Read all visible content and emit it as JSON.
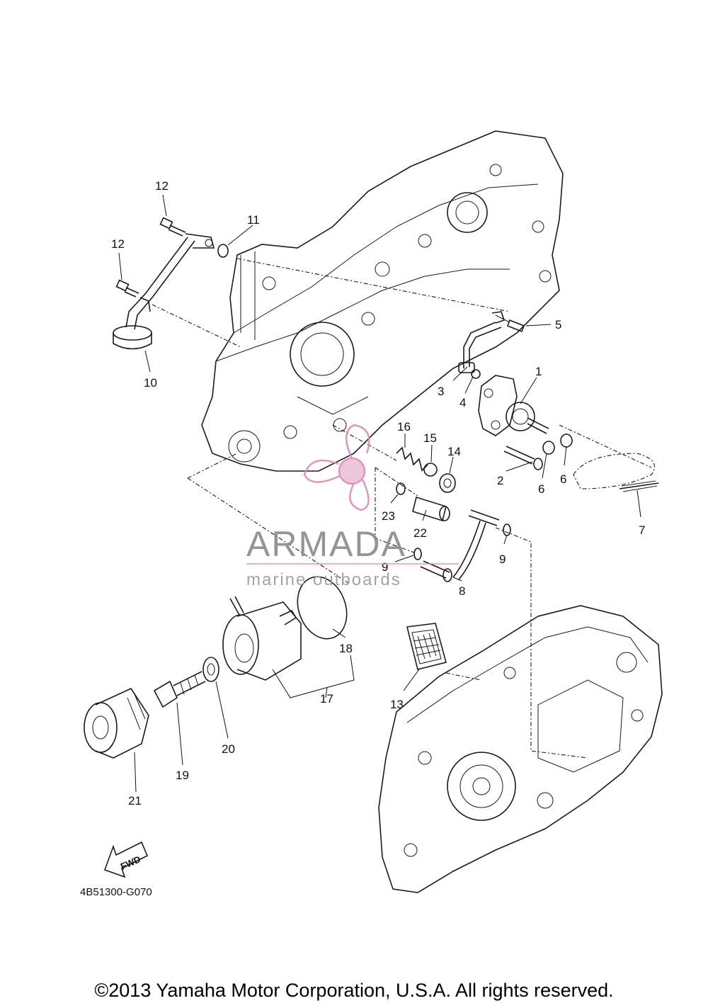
{
  "callouts": {
    "c1": "1",
    "c2": "2",
    "c3": "3",
    "c4": "4",
    "c5": "5",
    "c6a": "6",
    "c6b": "6",
    "c7": "7",
    "c8": "8",
    "c9a": "9",
    "c9b": "9",
    "c10": "10",
    "c11": "11",
    "c12a": "12",
    "c12b": "12",
    "c13": "13",
    "c14": "14",
    "c15": "15",
    "c16": "16",
    "c17": "17",
    "c18": "18",
    "c19": "19",
    "c20": "20",
    "c21": "21",
    "c22": "22",
    "c23": "23"
  },
  "fwd_label": "FWD",
  "diagram_code": "4B51300-G070",
  "watermark": {
    "brand": "ARMADA",
    "tagline": "marine outboards",
    "accent_color": "#d98cb3"
  },
  "copyright": "©2013 Yamaha Motor Corporation, U.S.A. All rights reserved."
}
